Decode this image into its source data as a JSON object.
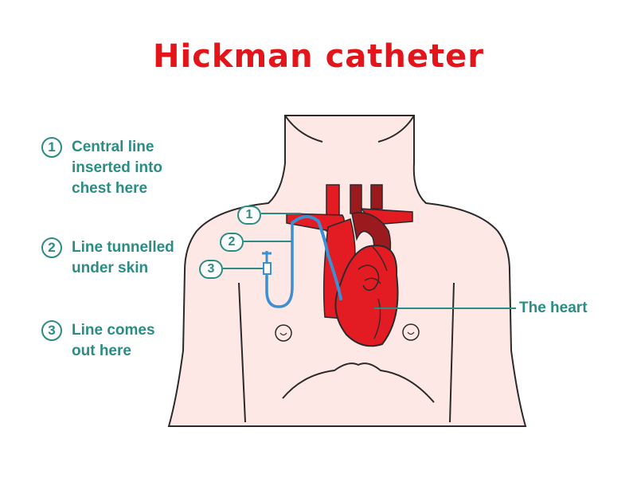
{
  "title": "Hickman catheter",
  "colors": {
    "title": "#e4141b",
    "teal": "#2b8c84",
    "skin": "#fde8e6",
    "outline": "#2a2a2a",
    "vessel": "#e31b23",
    "vessel_dark": "#9b1a1e",
    "catheter": "#3d8fd4"
  },
  "legend": [
    {
      "number": "1",
      "text": "Central line\ninserted into\nchest here"
    },
    {
      "number": "2",
      "text": "Line tunnelled\nunder skin"
    },
    {
      "number": "3",
      "text": "Line comes\nout here"
    }
  ],
  "callouts": [
    "1",
    "2",
    "3"
  ],
  "heart_label": "The heart"
}
